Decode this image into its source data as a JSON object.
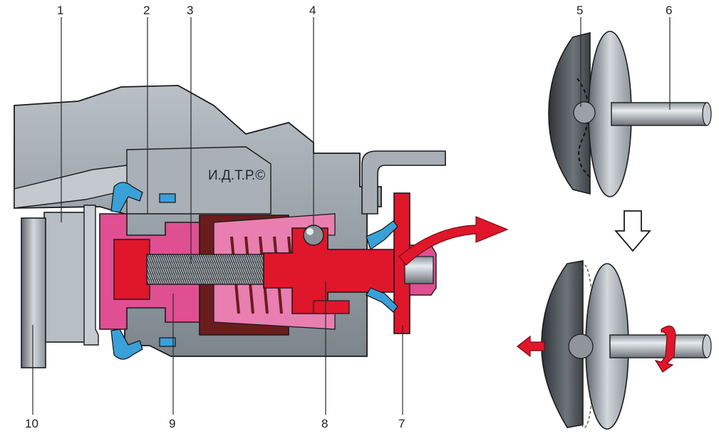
{
  "watermark": "И.Д.Т.Р.©",
  "callouts": [
    "1",
    "2",
    "3",
    "4",
    "5",
    "6",
    "7",
    "8",
    "9",
    "10"
  ],
  "colors": {
    "housing_gray": "#9aa2aa",
    "housing_dark": "#6e767e",
    "red_part": "#e0162b",
    "pink_part": "#e04f92",
    "dark_red_part": "#6b1c1c",
    "blue_seal": "#3aa0d8",
    "outline": "#1b1b1b",
    "arrow_red": "#e0162b"
  }
}
